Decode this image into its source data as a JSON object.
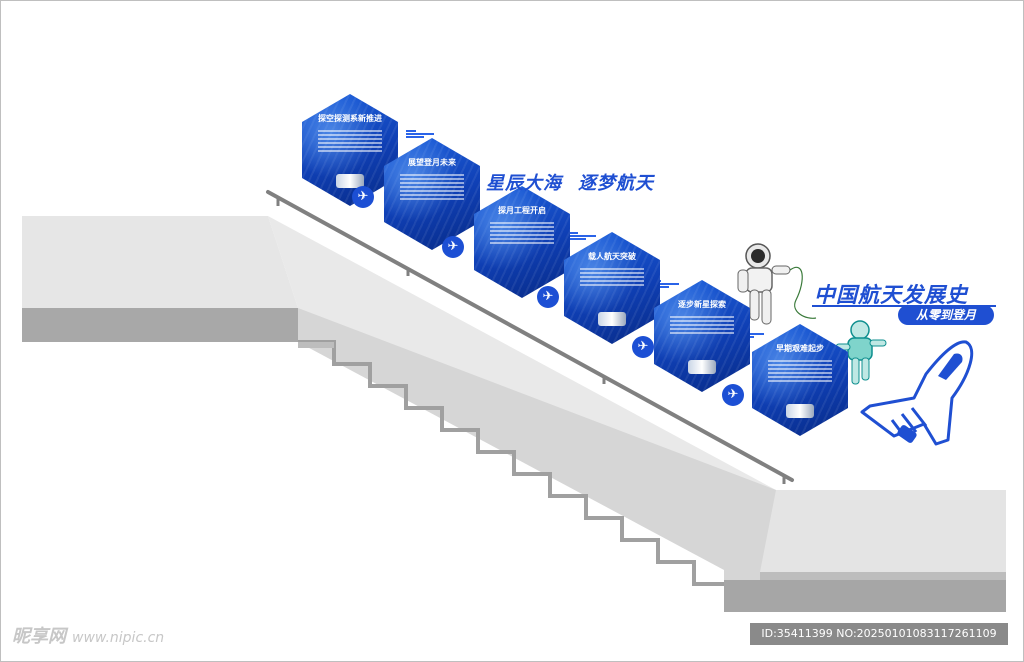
{
  "slogan": {
    "part1": "星辰大海",
    "part2": "逐梦航天"
  },
  "main_title": "中国航天发展史",
  "subtitle": "从零到登月",
  "panels": [
    {
      "title": "探空探测系新推进",
      "icon": "satellite"
    },
    {
      "title": "展望登月未来",
      "icon": "plane-icon"
    },
    {
      "title": "探月工程开启",
      "icon": "plane-icon"
    },
    {
      "title": "载人航天突破",
      "icon": "plane-icon"
    },
    {
      "title": "逐步新星探索",
      "icon": "plane-icon"
    },
    {
      "title": "早期艰难起步",
      "icon": "plane-icon"
    }
  ],
  "watermark": {
    "brand": "昵享网",
    "url": "www.nipic.cn",
    "id_line": "ID:35411399 NO:20250101083117261109"
  },
  "colors": {
    "brand_blue": "#1f4fd2",
    "wall_gray": "#d9d9d9",
    "step_gray": "#a6a6a6",
    "rail": "#7f7f7f"
  }
}
